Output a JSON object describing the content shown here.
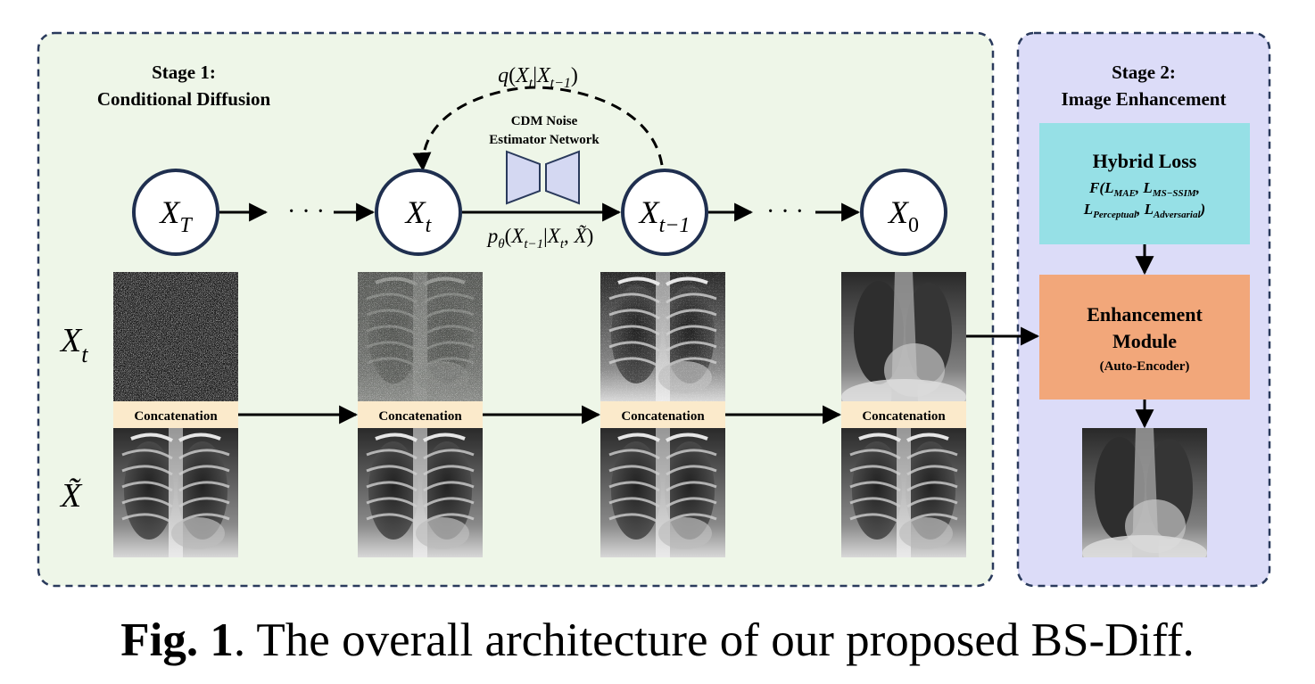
{
  "stage1": {
    "title_line1": "Stage 1:",
    "title_line2": "Conditional Diffusion",
    "nodes": [
      {
        "base": "X",
        "sub": "T"
      },
      {
        "base": "X",
        "sub": "t"
      },
      {
        "base": "X",
        "sub": "t−1"
      },
      {
        "base": "X",
        "sub": "0"
      }
    ],
    "ellipsis": "· · ·",
    "q_label": "q(X_t | X_{t−1})",
    "p_label": "p_θ(X_{t−1} | X_t, X̃)",
    "network_line1": "CDM Noise",
    "network_line2": "Estimator Network",
    "row_label_xt": {
      "base": "X",
      "sub": "t"
    },
    "row_label_xtilde": "X̃",
    "concat_label": "Concatenation"
  },
  "stage2": {
    "title_line1": "Stage 2:",
    "title_line2": "Image Enhancement",
    "hybrid_title": "Hybrid Loss",
    "hybrid_line1": "F(L_MAE, L_MS−SSIM,",
    "hybrid_line2": "L_Perceptual, L_Adversarial)",
    "enh_line1": "Enhancement",
    "enh_line2": "Module",
    "enh_line3": "(Auto-Encoder)"
  },
  "caption": {
    "bold": "Fig. 1",
    "text": ". The overall architecture of our proposed BS-Diff."
  },
  "colors": {
    "stage1_bg": "#eef6e8",
    "stage2_bg": "#dcdcf8",
    "border": "#2a3a5c",
    "hybrid_bg": "#96e0e6",
    "enh_bg": "#f2a77a",
    "concat_bg": "#fbeacb",
    "network_fill": "#d4d8f2"
  }
}
